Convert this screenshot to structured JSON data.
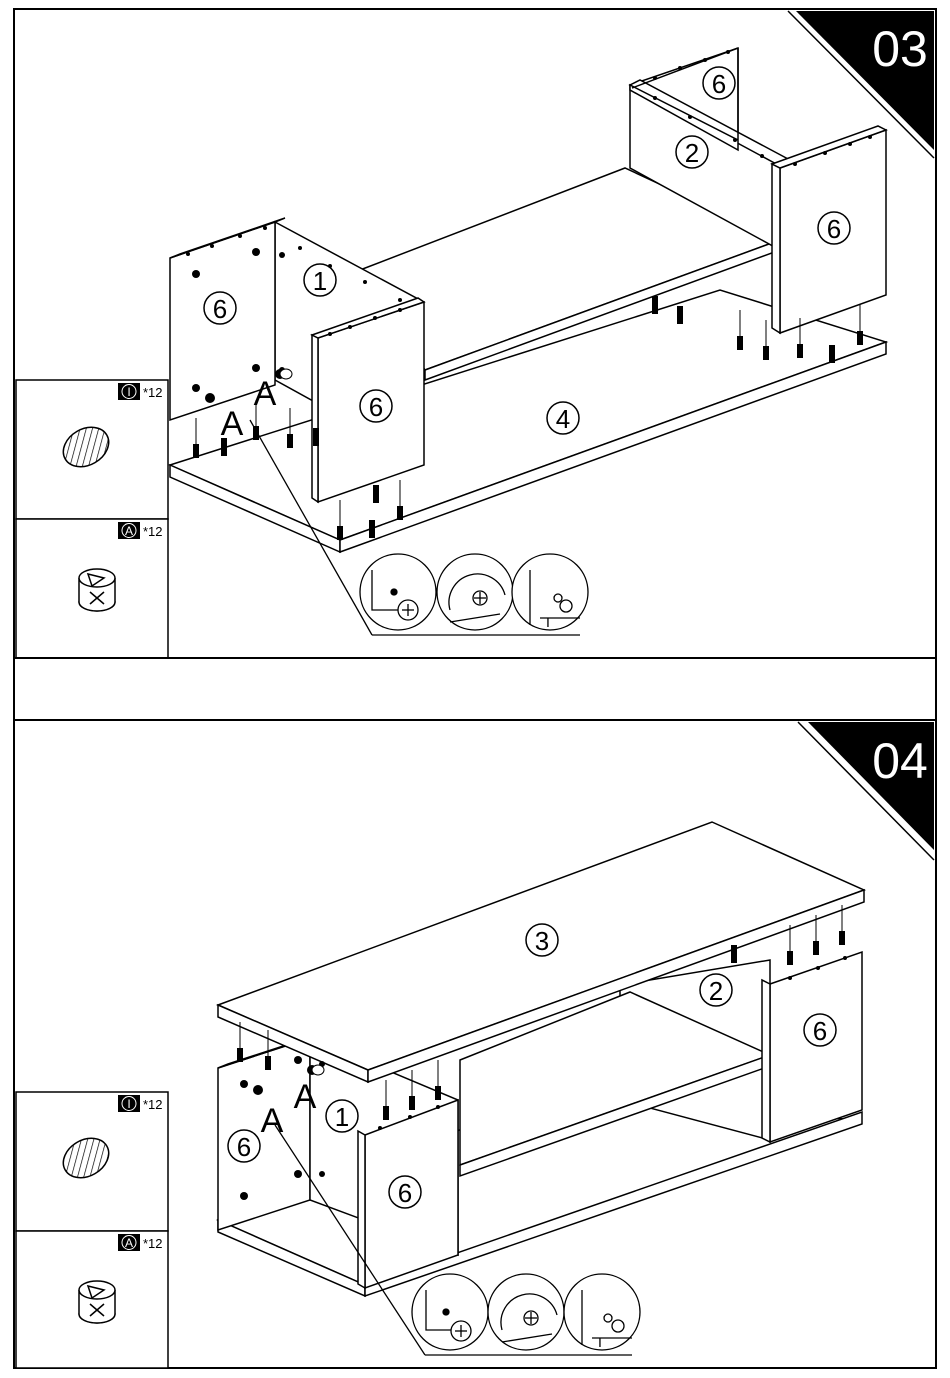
{
  "step3": {
    "number": "03",
    "parts": {
      "p1": "1",
      "p2": "2",
      "p4": "4",
      "p6a": "6",
      "p6b": "6",
      "p6c": "6",
      "p6d": "6"
    },
    "fastener_A": "A",
    "legend": [
      {
        "key": "I",
        "count": "*12"
      },
      {
        "key": "A",
        "count": "*12"
      }
    ],
    "detail_letter": "I"
  },
  "step4": {
    "number": "04",
    "parts": {
      "p1": "1",
      "p2": "2",
      "p3": "3",
      "p6a": "6",
      "p6b": "6",
      "p6c": "6"
    },
    "fastener_A": "A",
    "legend": [
      {
        "key": "I",
        "count": "*12"
      },
      {
        "key": "A",
        "count": "*12"
      }
    ],
    "detail_letter": "I"
  }
}
